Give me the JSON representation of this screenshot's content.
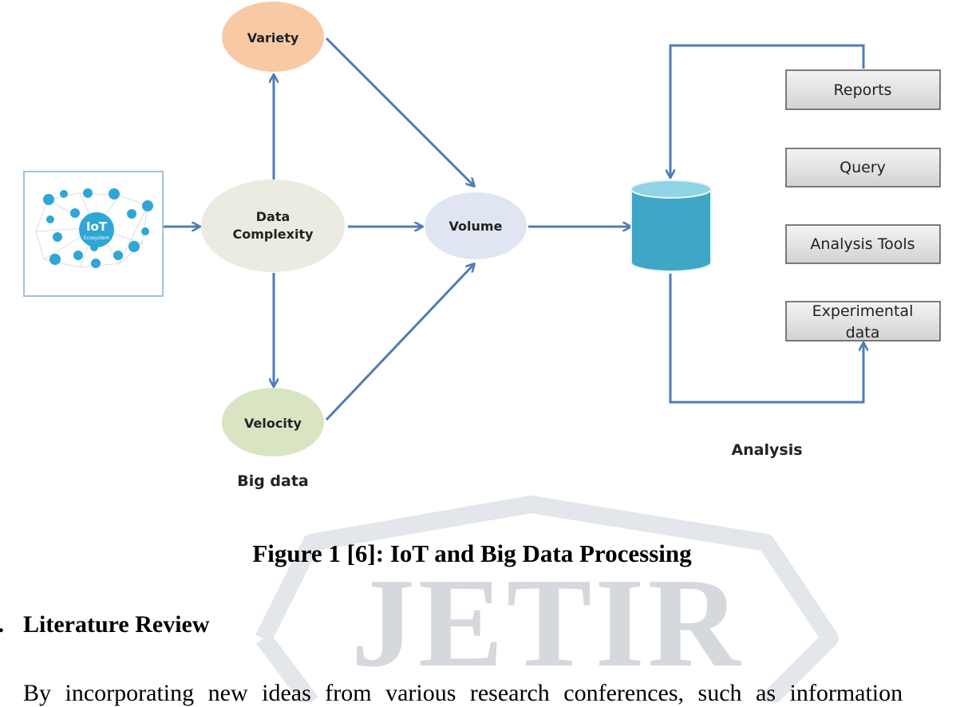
{
  "diagram": {
    "iot_label": "IoT",
    "iot_sublabel": "Ecosystem",
    "nodes": {
      "variety": "Variety",
      "data_complexity_line1": "Data",
      "data_complexity_line2": "Complexity",
      "volume": "Volume",
      "velocity": "Velocity"
    },
    "big_data_label": "Big data",
    "analysis_label": "Analysis",
    "outputs": {
      "reports": "Reports",
      "query": "Query",
      "analysis_tools": "Analysis Tools",
      "experimental_line1": "Experimental",
      "experimental_line2": "data"
    },
    "colors": {
      "arrow": "#4f7db5",
      "variety": "#f9c9a6",
      "data_complexity": "#ecebe1",
      "volume": "#dfe6f2",
      "velocity": "#d9e5c2",
      "database": "#3fa6c5"
    }
  },
  "caption": "Figure 1 [6]: IoT and Big Data Processing",
  "section": {
    "number": "I.",
    "heading": "Literature Review",
    "body_partial": "By incorporating new ideas from various research conferences, such as information"
  },
  "watermark": {
    "text": "JETIR"
  }
}
